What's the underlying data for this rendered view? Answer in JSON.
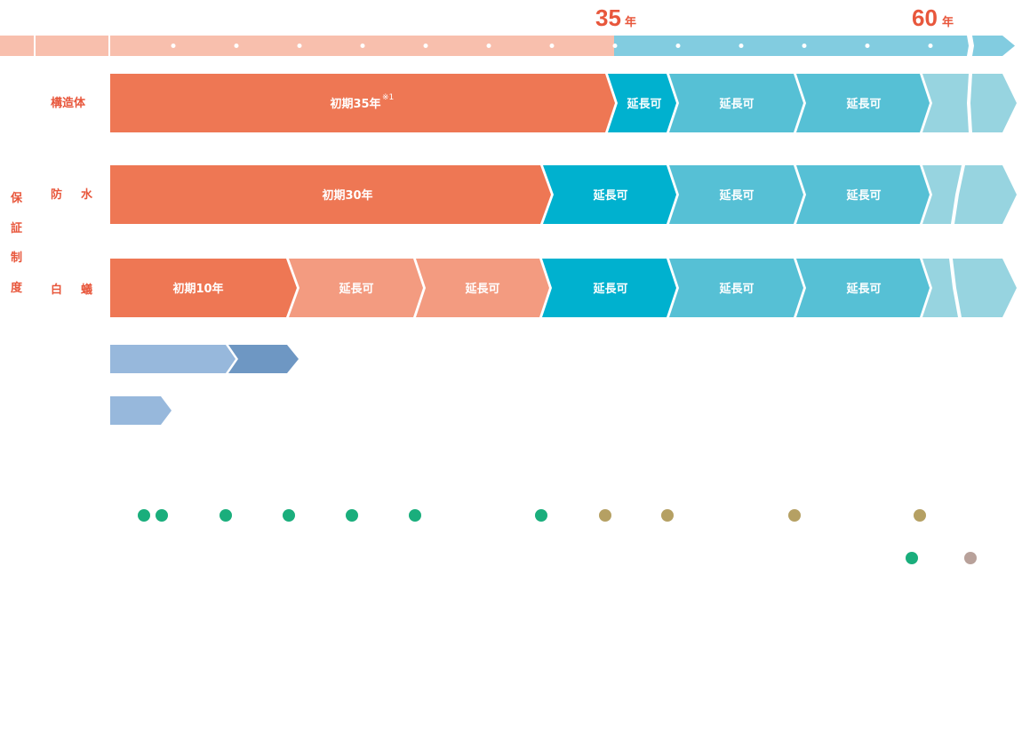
{
  "timeline": {
    "year_35": {
      "num": "35",
      "unit": "年"
    },
    "year_60": {
      "num": "60",
      "unit": "年"
    }
  },
  "side_label": [
    "保",
    "証",
    "制",
    "度"
  ],
  "rows": [
    {
      "label": "構造体",
      "segments": [
        {
          "text": "初期35年",
          "sup": "※1",
          "color": "#ee7754"
        },
        {
          "text": "延長可",
          "color": "#00b1cf"
        },
        {
          "text": "延長可",
          "color": "#56c0d5"
        },
        {
          "text": "延長可",
          "color": "#56c0d5"
        },
        {
          "text": "",
          "color": "#97d4e0"
        },
        {
          "text": "",
          "color": "#97d4e0"
        }
      ]
    },
    {
      "label_chars": [
        "防",
        "水"
      ],
      "segments": [
        {
          "text": "初期30年",
          "color": "#ee7754"
        },
        {
          "text": "延長可",
          "color": "#00b1cf"
        },
        {
          "text": "延長可",
          "color": "#56c0d5"
        },
        {
          "text": "延長可",
          "color": "#56c0d5"
        },
        {
          "text": "",
          "color": "#97d4e0"
        },
        {
          "text": "",
          "color": "#97d4e0"
        }
      ]
    },
    {
      "label_chars": [
        "白",
        "蟻"
      ],
      "segments": [
        {
          "text": "初期10年",
          "color": "#ee7754"
        },
        {
          "text": "延長可",
          "color": "#f39b80"
        },
        {
          "text": "延長可",
          "color": "#f39b80"
        },
        {
          "text": "延長可",
          "color": "#00b1cf"
        },
        {
          "text": "延長可",
          "color": "#56c0d5"
        },
        {
          "text": "延長可",
          "color": "#56c0d5"
        },
        {
          "text": "",
          "color": "#97d4e0"
        },
        {
          "text": "",
          "color": "#97d4e0"
        }
      ]
    }
  ],
  "blue_bars": [
    {
      "colors": [
        "#97b8dc",
        "#6e97c3"
      ]
    },
    {
      "colors": [
        "#97b8dc"
      ]
    }
  ],
  "colors": {
    "timeline_salmon": "#f8bfad",
    "timeline_blue": "#82cce0",
    "dot_green": "#1aae7c",
    "dot_olive": "#b5a063",
    "dot_mauve": "#b8a19a"
  }
}
